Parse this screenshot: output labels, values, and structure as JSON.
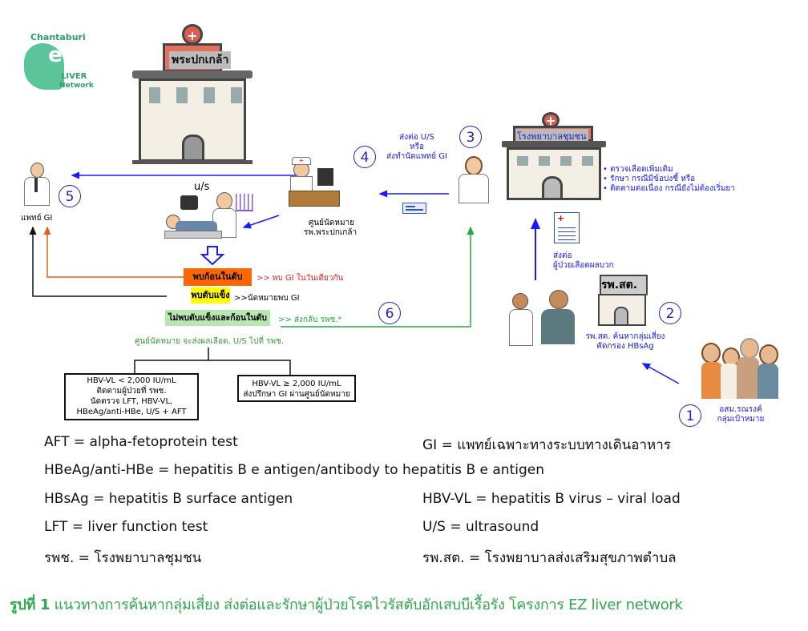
{
  "logo": {
    "top": "Chantaburi",
    "mark": "ez",
    "line1": "LIVER",
    "line2": "Network"
  },
  "hospital_main": {
    "sign": "พระปกเกล้า"
  },
  "doctor_gi": {
    "label": "แพทย์ GI",
    "step": "5"
  },
  "ultrasound": {
    "label": "u/s"
  },
  "appointment_center": {
    "step": "4",
    "label_line1": "ศูนย์นัดหมาย",
    "label_line2": "รพ.พระปกเกล้า"
  },
  "referral_text": {
    "line1": "ส่งต่อ U/S",
    "line2": "หรือ",
    "line3": "ส่งทำนัดแพทย์ GI"
  },
  "results": {
    "mass": {
      "label": "พบก้อนในตับ",
      "action": ">> พบ GI ในวันเดียวกัน"
    },
    "cirrhosis": {
      "label": "พบตับแข็ง",
      "action": ">>นัดหมายพบ GI"
    },
    "none": {
      "label": "ไม่พบตับแข็งและก้อนในตับ",
      "action": ">> ส่งกลับ รพช.*",
      "step": "6"
    }
  },
  "center_note": "ศูนย์นัดหมาย จะส่งผลเลือด, U/S ไปที่ รพช.",
  "branch_low": {
    "line1": "HBV-VL < 2,000 IU/mL",
    "line2": "ติดตามผู้ป่วยที่ รพช.",
    "line3": "นัดตรวจ LFT, HBV-VL,",
    "line4": "HBeAg/anti-HBe, U/S + AFT"
  },
  "branch_high": {
    "line1": "HBV-VL ≥ 2,000 IU/mL",
    "line2": "ส่งปรึกษา GI ผ่านศูนย์นัดหมาย"
  },
  "community_hospital": {
    "step": "3",
    "sign": "โรงพยาบาลชุมชน",
    "bullets": [
      "ตรวจเลือดเพิ่มเติม",
      "รักษา กรณีมีข้อบ่งชี้ หรือ",
      "ติดตามต่อเนื่อง กรณียังไม่ต้องเริ่มยา"
    ]
  },
  "positive_referral": {
    "line1": "ส่งต่อ",
    "line2": "ผู้ป่วยเลือดผลบวก"
  },
  "health_center": {
    "step": "2",
    "sign": "รพ.สต.",
    "line1": "รพ.สต. ค้นหากลุ่มเสี่ยง",
    "line2": "คัดกรอง HBsAg"
  },
  "volunteers": {
    "step": "1",
    "line1": "อสม.รณรงค์",
    "line2": "กลุ่มเป้าหมาย"
  },
  "legend": {
    "aft": "AFT = alpha-fetoprotein test",
    "gi": "GI = แพทย์เฉพาะทางระบบทางเดินอาหาร",
    "hbeag": "HBeAg/anti-HBe = hepatitis B e antigen/antibody to hepatitis B e antigen",
    "hbsag": "HBsAg = hepatitis B surface antigen",
    "hbvvl": "HBV-VL = hepatitis B virus – viral load",
    "lft": "LFT = liver function test",
    "us": "U/S = ultrasound",
    "rpch": "รพช. = โรงพยาบาลชุมชน",
    "rpst": "รพ.สต. = โรงพยาบาลส่งเสริมสุขภาพตำบล"
  },
  "caption": {
    "label": "รูปที่ 1",
    "text": " แนวทางการค้นหากลุ่มเสี่ยง ส่งต่อและรักษาผู้ป่วยโรคไวรัสตับอักเสบบีเรื้อรัง โครงการ EZ liver network"
  },
  "colors": {
    "blue": "#1a1aff",
    "green": "#22aa44",
    "orange": "#ff6600",
    "yellow": "#ffff00",
    "lightgreen": "#b8e6b0",
    "caption": "#2ea84a"
  }
}
